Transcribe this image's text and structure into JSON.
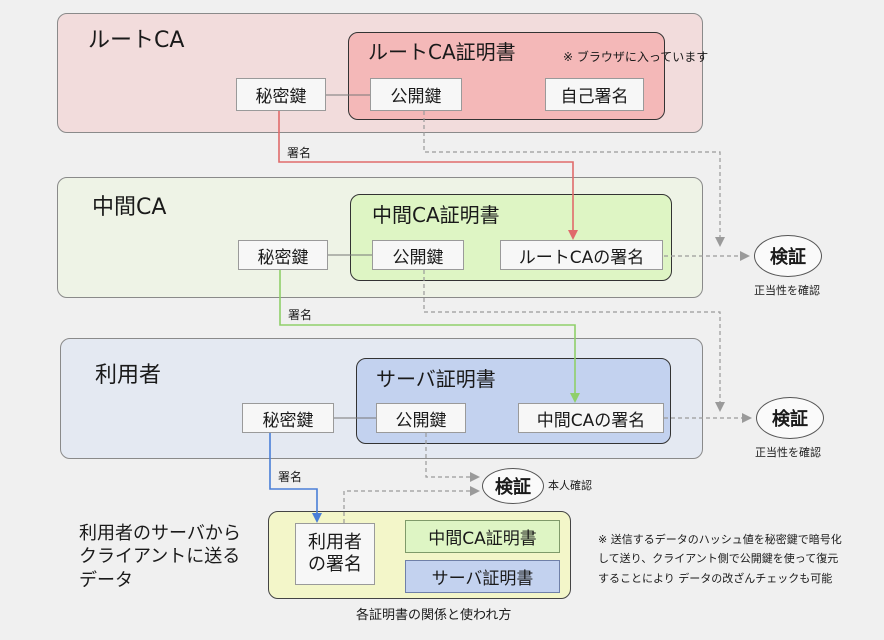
{
  "root": {
    "title": "ルートCA",
    "cert_title": "ルートCA証明書",
    "cert_note": "※ ブラウザに入っています",
    "private_key": "秘密鍵",
    "public_key": "公開鍵",
    "signature": "自己署名"
  },
  "intermediate": {
    "title": "中間CA",
    "cert_title": "中間CA証明書",
    "private_key": "秘密鍵",
    "public_key": "公開鍵",
    "signature": "ルートCAの署名"
  },
  "user": {
    "title": "利用者",
    "cert_title": "サーバ証明書",
    "private_key": "秘密鍵",
    "public_key": "公開鍵",
    "signature": "中間CAの署名"
  },
  "sign_labels": [
    "署名",
    "署名",
    "署名"
  ],
  "verify": {
    "label": "検証",
    "validity_note": "正当性を確認",
    "identity_note": "本人確認"
  },
  "sent": {
    "caption": [
      "利用者のサーバから",
      "クライアントに送る",
      "データ"
    ],
    "user_signature": [
      "利用者",
      "の署名"
    ],
    "intermediate_cert": "中間CA証明書",
    "server_cert": "サーバ証明書",
    "footnote": [
      "※ 送信するデータのハッシュ値を秘密鍵で暗号化",
      "して送り、クライアント側で公開鍵を使って復元",
      "することにより データの改ざんチェックも可能"
    ]
  },
  "footer": "各証明書の関係と使われ方",
  "colors": {
    "root_panel": "#f2dcdc",
    "root_cert": "#f4b8b8",
    "intermediate_panel": "#eef3e6",
    "intermediate_cert": "#def5c4",
    "user_panel": "#e4e9f2",
    "user_cert": "#c3d2ef",
    "sent_panel": "#f3f6c9",
    "red_arrow": "#e06b6b",
    "green_arrow": "#8fcf6a",
    "blue_arrow": "#4a7fd8",
    "dashed": "#9a9a9a"
  }
}
